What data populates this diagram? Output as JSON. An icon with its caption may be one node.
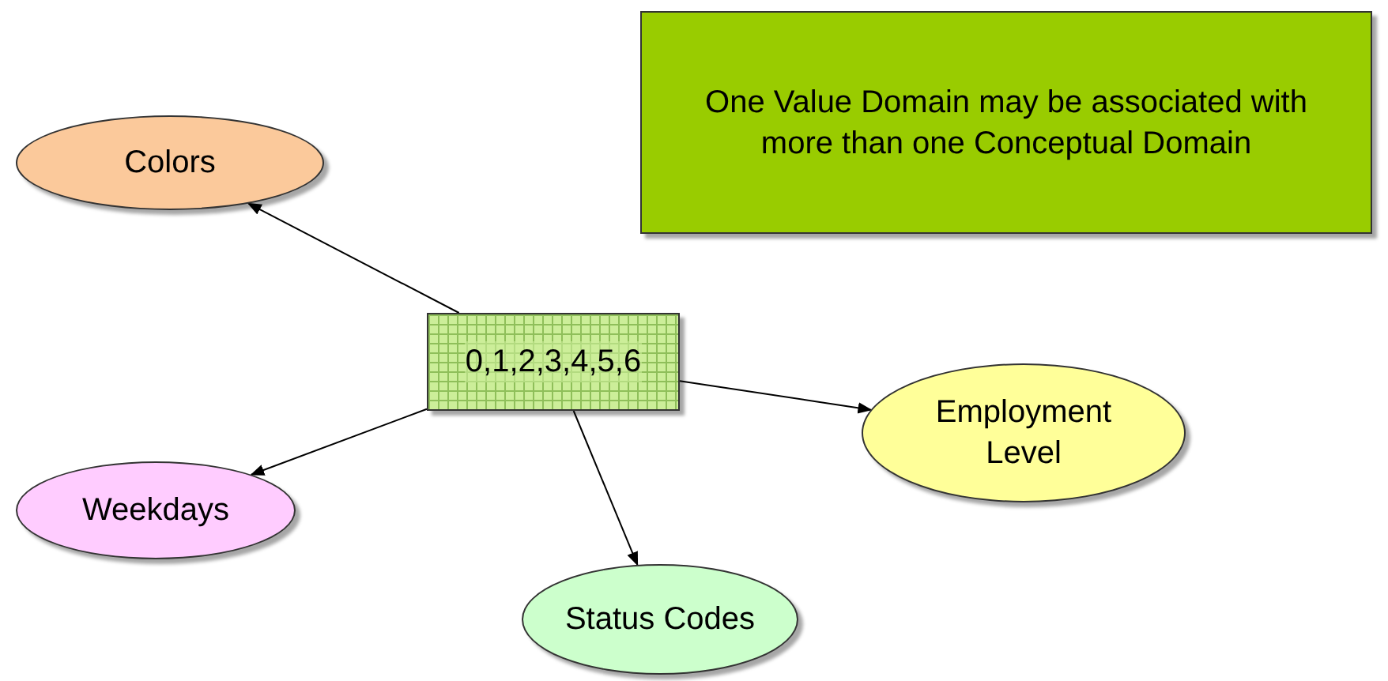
{
  "diagram": {
    "nodes": [
      {
        "text": [
          "One Value Domain may be associated with more than one Conceptual Domain"
        ]
      },
      {
        "text": [
          "Colors"
        ]
      },
      {
        "text": [
          "0,1,2,3,4,5,6"
        ]
      },
      {
        "text": [
          "Employment Level"
        ]
      },
      {
        "text": [
          "Weekdays"
        ]
      },
      {
        "text": [
          "Status Codes"
        ]
      }
    ],
    "edges": [
      {
        "from": 2,
        "to": 1,
        "arrow": "to"
      },
      {
        "from": 2,
        "to": 4,
        "arrow": "to"
      },
      {
        "from": 2,
        "to": 5,
        "arrow": "to"
      },
      {
        "from": 2,
        "to": 3,
        "arrow": "to"
      }
    ]
  }
}
